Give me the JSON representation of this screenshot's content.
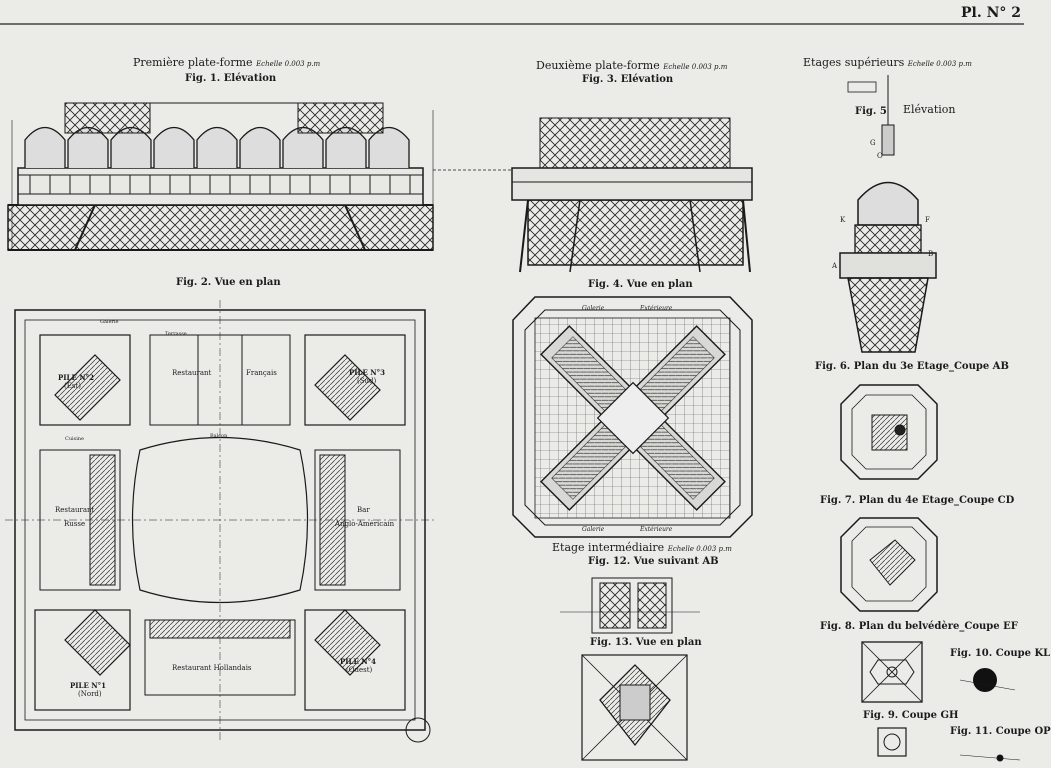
{
  "plate_number": "Pl. N° 2",
  "sections": {
    "premiere": {
      "title": "Première plate-forme",
      "scale": "Echelle 0.003 p.m"
    },
    "deuxieme": {
      "title": "Deuxième plate-forme",
      "scale": "Echelle 0.003 p.m"
    },
    "superieurs": {
      "title": "Etages supérieurs",
      "scale": "Echelle 0.003 p.m"
    },
    "intermediaire": {
      "title": "Etage intermédiaire",
      "scale": "Echelle 0.003 p.m"
    }
  },
  "figures": {
    "fig1": "Fig. 1. Elévation",
    "fig2": "Fig. 2. Vue en plan",
    "fig3": "Fig. 3. Elévation",
    "fig4": "Fig. 4. Vue en plan",
    "fig5": "Fig. 5",
    "fig5_label": "Elévation",
    "fig6": "Fig. 6. Plan du 3e Etage_Coupe AB",
    "fig7": "Fig. 7. Plan du 4e Etage_Coupe CD",
    "fig8": "Fig. 8. Plan du belvédère_Coupe EF",
    "fig9": "Fig. 9. Coupe GH",
    "fig10": "Fig. 10. Coupe KL",
    "fig11": "Fig. 11. Coupe OP",
    "fig12": "Fig. 12. Vue suivant AB",
    "fig13": "Fig. 13. Vue en plan"
  },
  "plan_labels": {
    "pile2": "PILE N°2",
    "pile2_sub": "(Est)",
    "pile3": "PILE N°3",
    "pile3_sub": "(Sud)",
    "pile1": "PILE N°1",
    "pile1_sub": "(Nord)",
    "pile4": "PILE N°4",
    "pile4_sub": "(Ouest)",
    "restaurant_francais_1": "Restaurant",
    "restaurant_francais_2": "Français",
    "restaurant_russe_1": "Restaurant",
    "restaurant_russe_2": "Russe",
    "bar_1": "Bar",
    "bar_2": "Anglo-Américain",
    "restaurant_hollandais": "Restaurant Hollandais",
    "galerie": "Galerie",
    "balcon": "Balcon",
    "terrasse": "Terrasse",
    "cuisine": "Cuisine",
    "galerie_exterieure": "Galerie Extérieure",
    "exterieure": "Extérieure"
  },
  "fig5_letters": [
    "G",
    "K",
    "F",
    "A",
    "B",
    "O"
  ]
}
